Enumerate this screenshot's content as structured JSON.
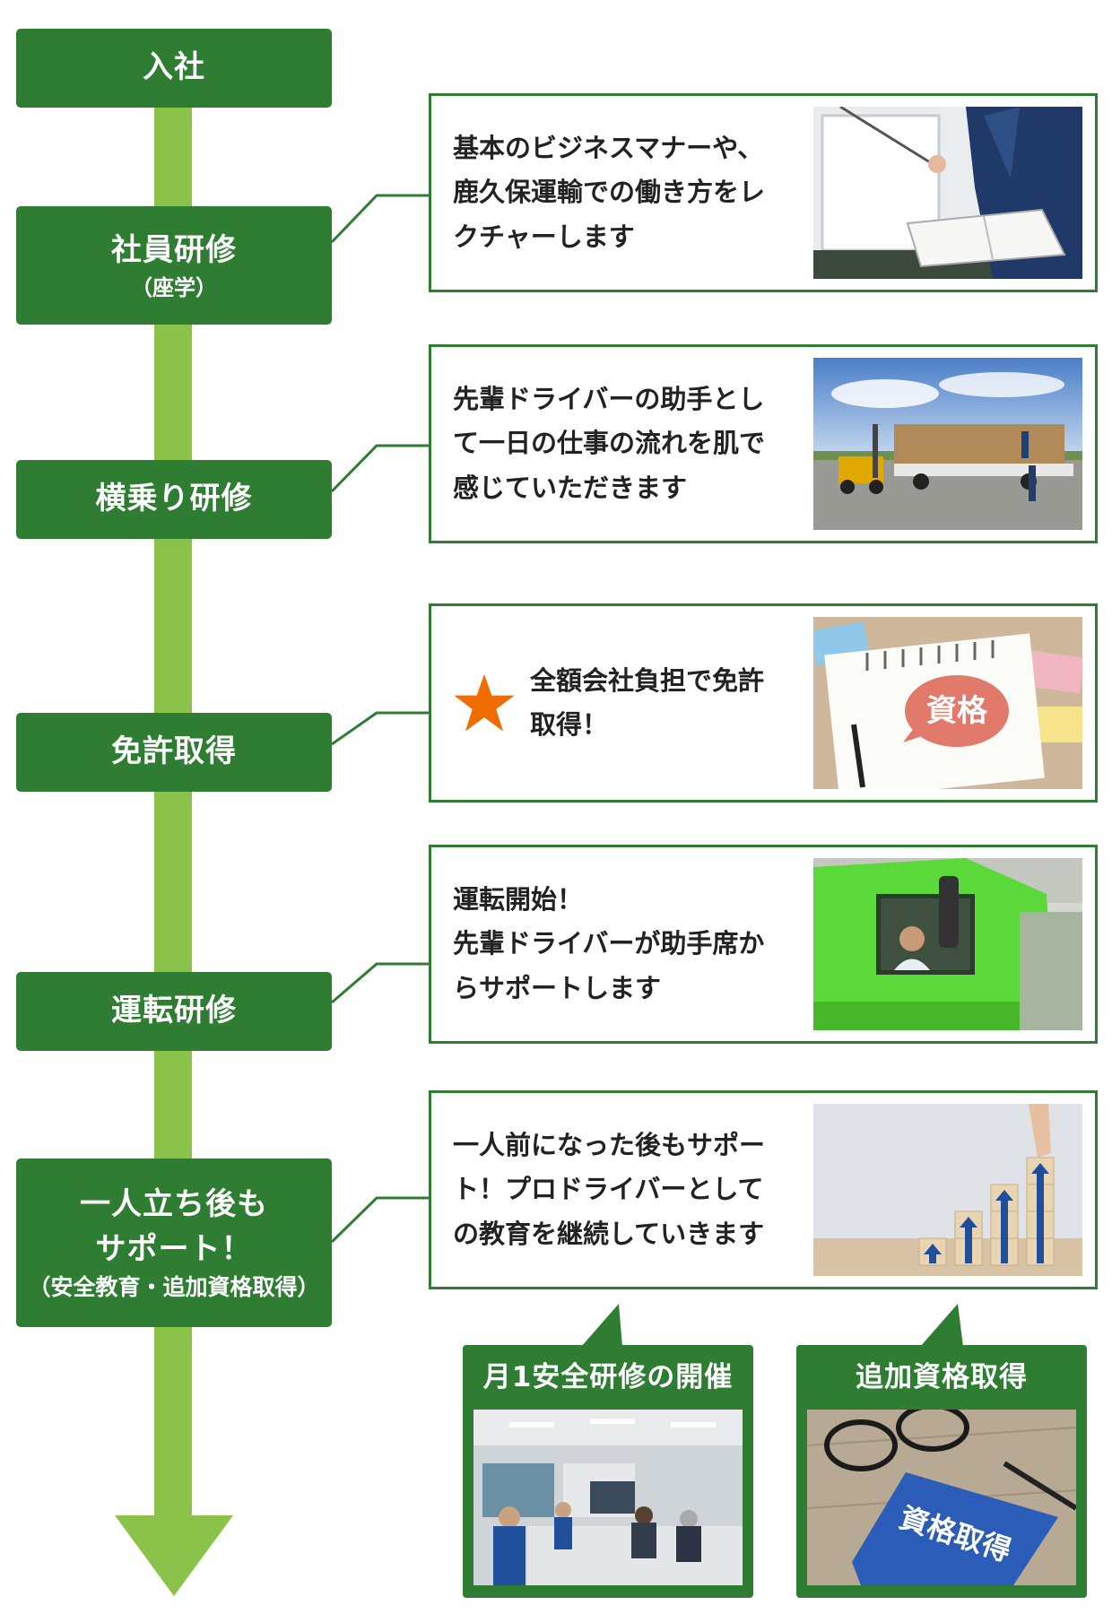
{
  "stages": [
    {
      "title": "入社",
      "sub": ""
    },
    {
      "title": "社員研修",
      "sub": "（座学）"
    },
    {
      "title": "横乗り研修",
      "sub": ""
    },
    {
      "title": "免許取得",
      "sub": ""
    },
    {
      "title": "運転研修",
      "sub": ""
    },
    {
      "title": "一人立ち後も\nサポート！",
      "sub": "（安全教育・追加資格取得）"
    }
  ],
  "cards": [
    {
      "text": "基本のビジネスマナーや、\n鹿久保運輸での働き方をレ\nクチャーします"
    },
    {
      "text": "先輩ドライバーの助手とし\nて一日の仕事の流れを肌で\n感じていただきます"
    },
    {
      "text": "全額会社負担で免許\n取得！",
      "badge_icon": "star-icon",
      "badge_color": "#ef6c00",
      "photo_label": "資格"
    },
    {
      "text": "運転開始！\n先輩ドライバーが助手席か\nらサポートします"
    },
    {
      "text": "一人前になった後もサポー\nト！プロドライバーとして\nの教育を継続していきます"
    }
  ],
  "subs": [
    {
      "title": "月1安全研修の開催"
    },
    {
      "title": "追加資格取得",
      "book_label": "資格取得"
    }
  ],
  "colors": {
    "dark_green": "#2e7d32",
    "light_green": "#8bc34a",
    "accent_orange": "#ef6c00"
  }
}
